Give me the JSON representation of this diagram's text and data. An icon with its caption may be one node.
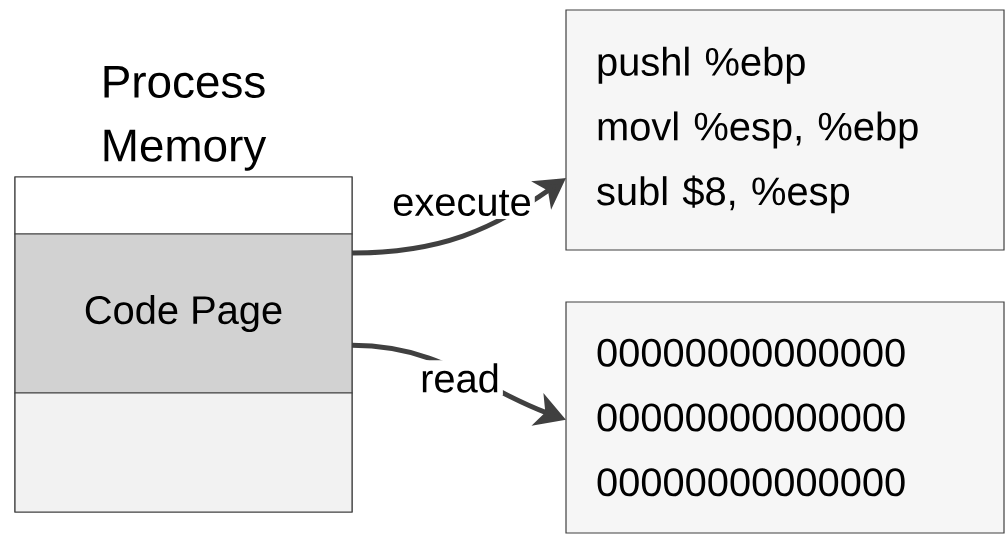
{
  "diagram": {
    "nodes": [
      {
        "text": [
          "Process Memory"
        ]
      },
      {
        "text": [],
        "shape": "box",
        "in": 0
      },
      {
        "text": [
          "Code Page"
        ],
        "in": 0
      },
      {
        "text": [],
        "shape": "box",
        "in": 0
      },
      {
        "text": [
          "pushl %ebp",
          "movl %esp, %ebp",
          "subl $8, %esp"
        ]
      },
      {
        "text": [
          "00000000000000",
          "00000000000000",
          "00000000000000"
        ]
      }
    ],
    "edges": [
      {
        "from": 2,
        "to": 4,
        "arrow": "to",
        "label": "execute"
      },
      {
        "from": 2,
        "to": 5,
        "arrow": "to",
        "label": "read"
      }
    ]
  }
}
